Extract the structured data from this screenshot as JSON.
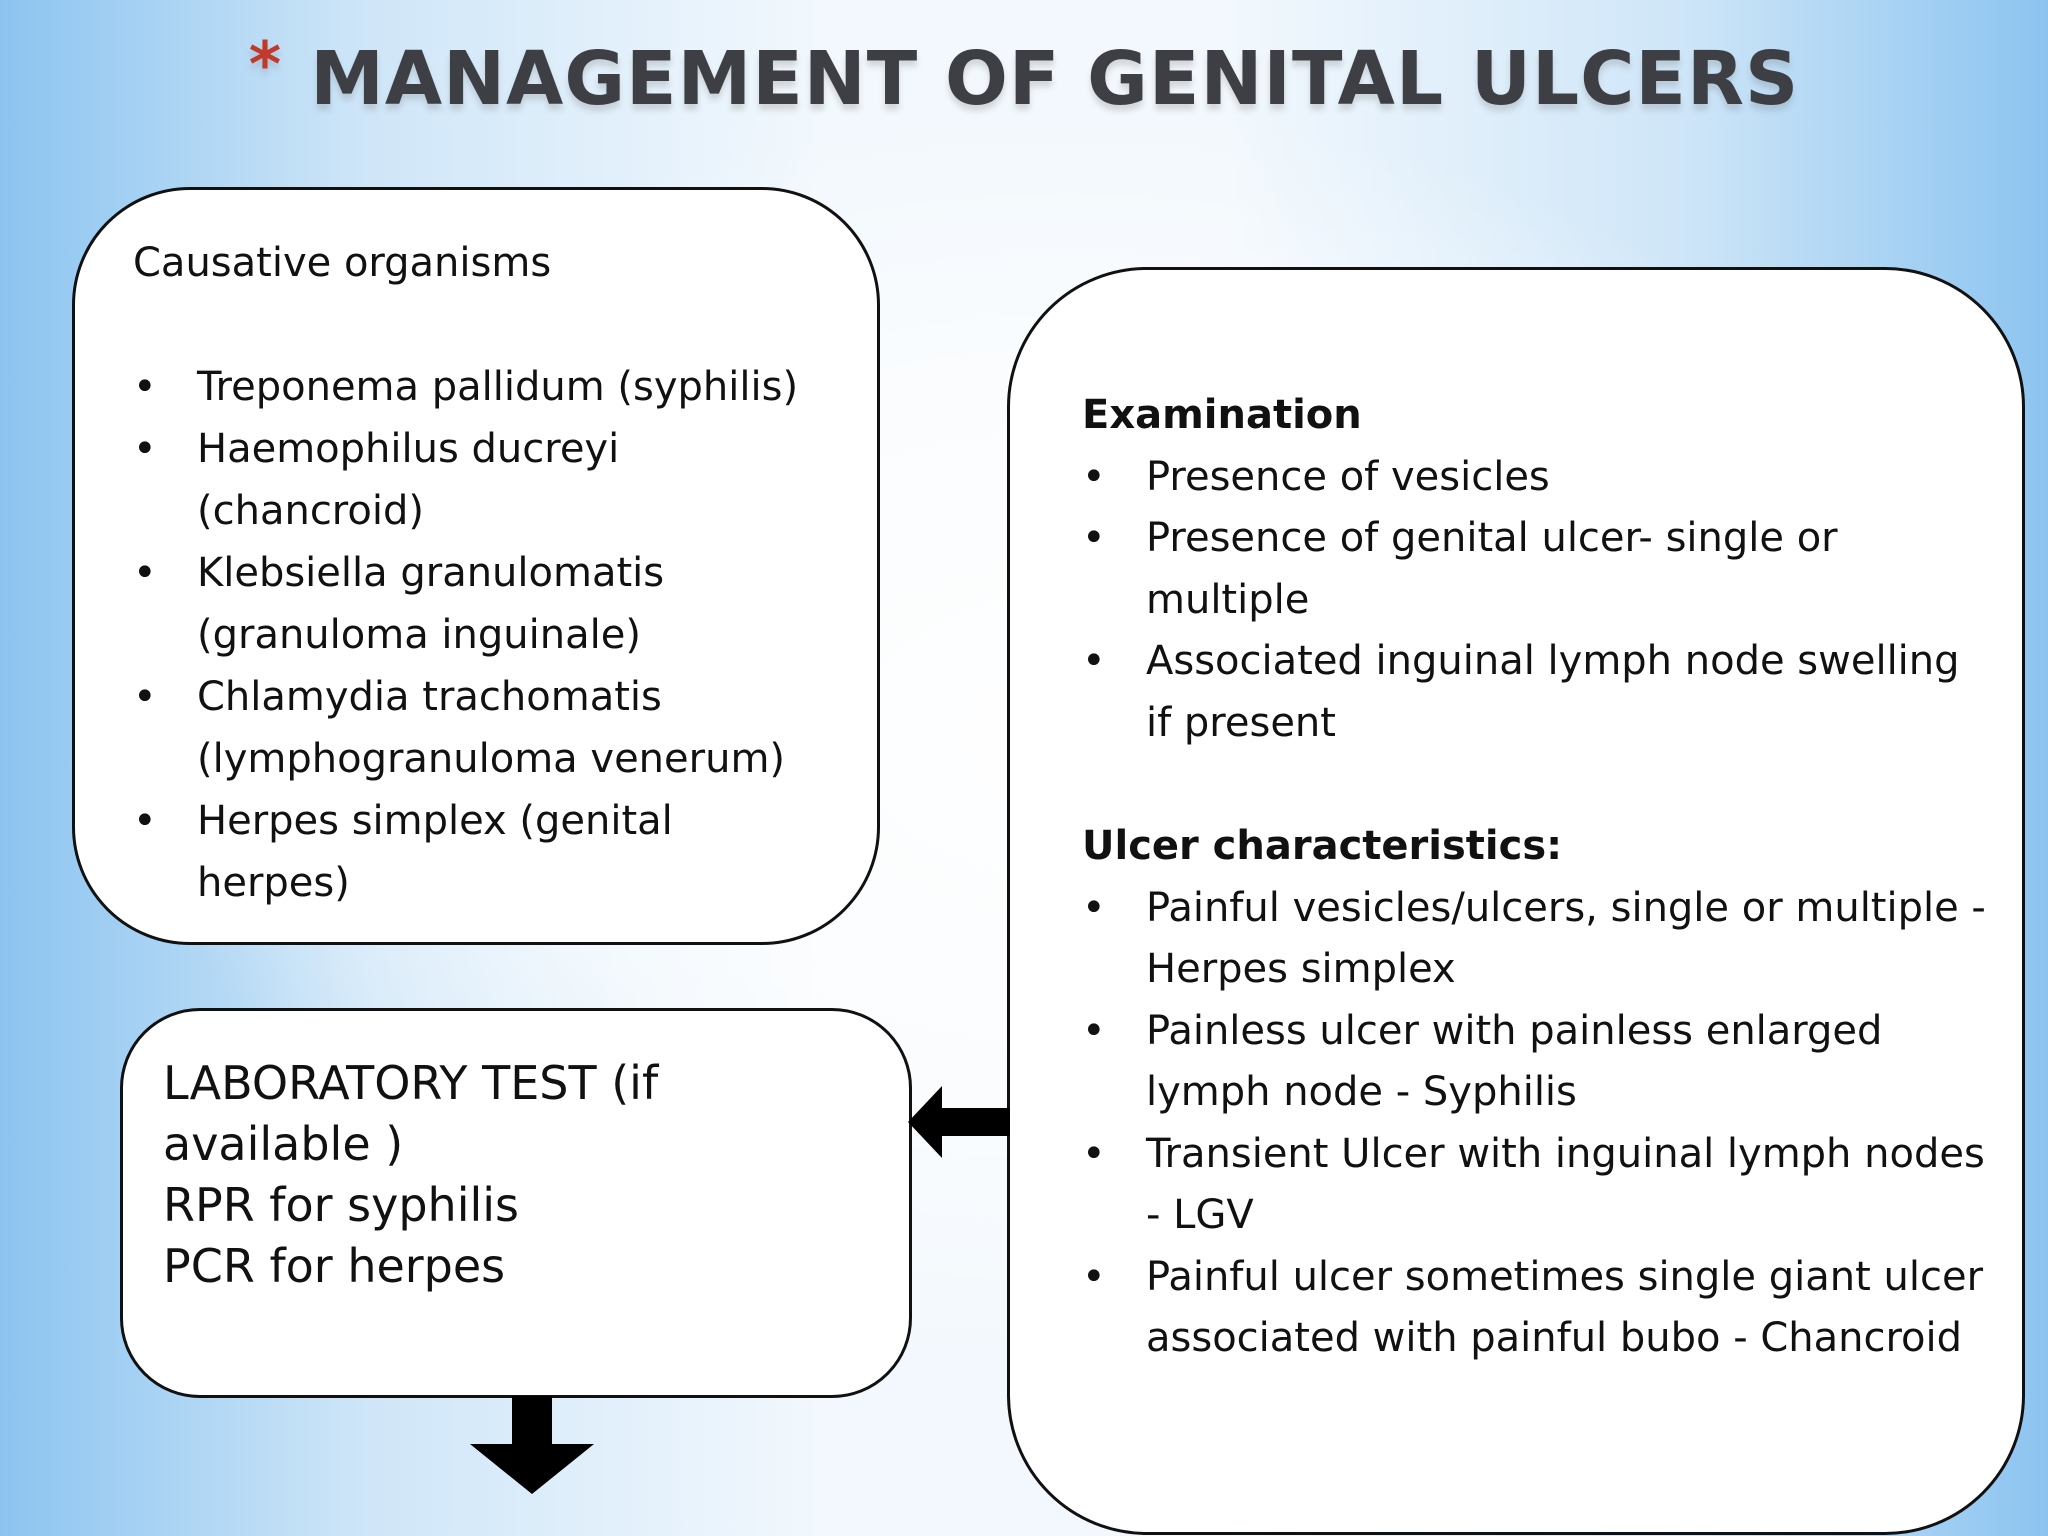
{
  "title": {
    "star": "*",
    "text": "MANAGEMENT OF GENITAL ULCERS"
  },
  "causative": {
    "heading": "Causative organisms",
    "items": [
      "Treponema pallidum (syphilis)",
      "Haemophilus ducreyi (chancroid)",
      "Klebsiella granulomatis (granuloma inguinale)",
      "Chlamydia trachomatis (lymphogranuloma venerum)",
      "Herpes simplex (genital herpes)"
    ]
  },
  "examination": {
    "heading": "Examination",
    "items": [
      "Presence of vesicles",
      "Presence of genital ulcer- single or multiple",
      "Associated inguinal lymph node swelling  if present"
    ]
  },
  "ulcer": {
    "heading": "Ulcer characteristics:",
    "items": [
      "Painful vesicles/ulcers, single or multiple - Herpes simplex",
      "Painless ulcer with painless enlarged lymph node - Syphilis",
      "Transient Ulcer with inguinal lymph nodes - LGV",
      "Painful ulcer sometimes single giant ulcer associated with painful bubo - Chancroid"
    ]
  },
  "lab": {
    "line1": "LABORATORY TEST (if available )",
    "line2": "RPR for syphilis",
    "line3": "PCR for herpes"
  }
}
